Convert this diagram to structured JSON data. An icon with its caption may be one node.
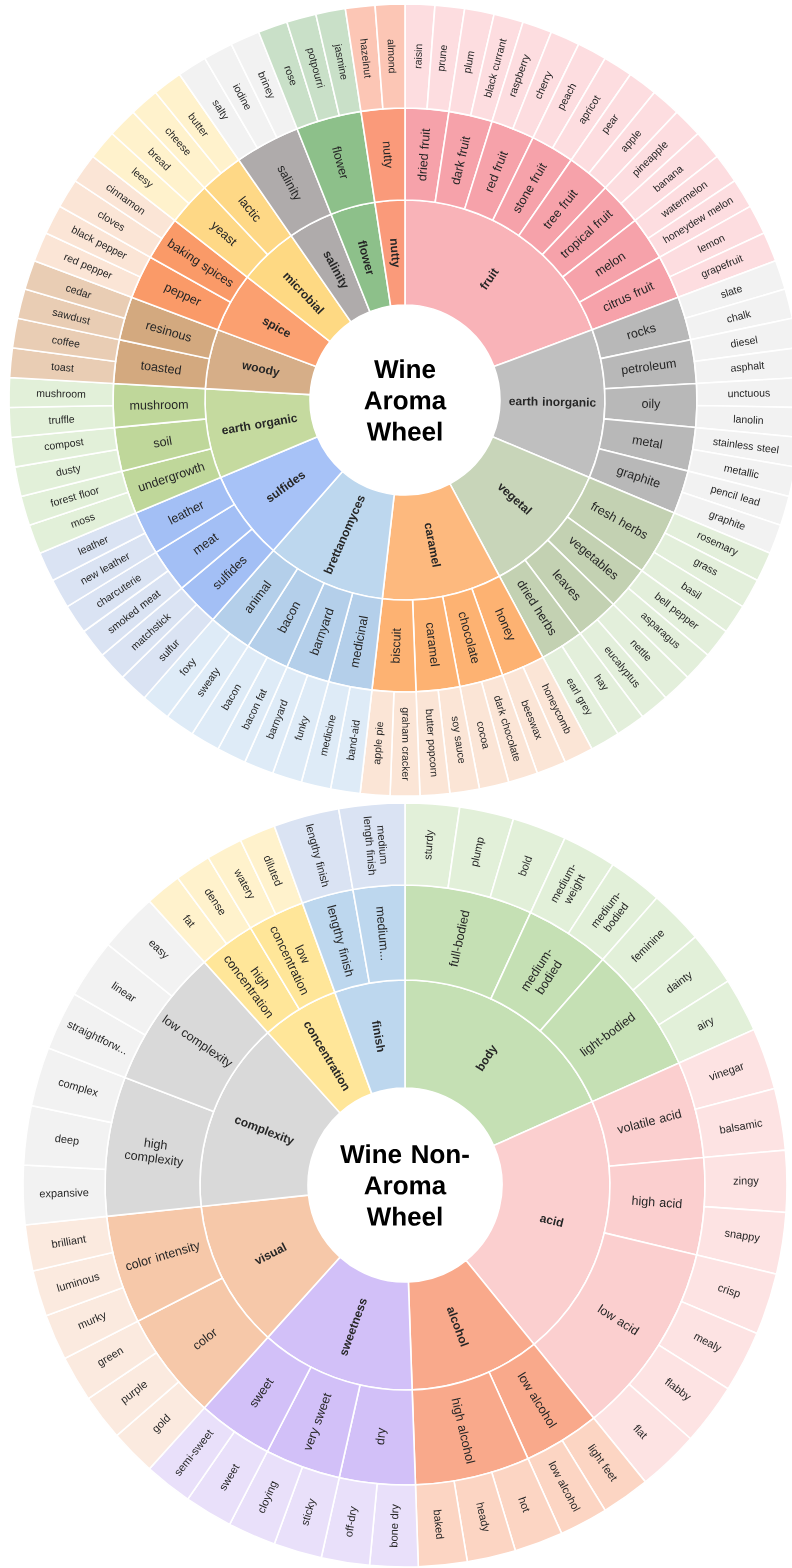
{
  "diagram": {
    "nodes": [
      {
        "text": [
          "Wine Aroma Wheel"
        ]
      },
      {
        "text": [
          "fruit"
        ]
      },
      {
        "text": [
          "dried fruit"
        ]
      },
      {
        "text": [
          "raisin"
        ]
      },
      {
        "text": [
          "prune"
        ]
      },
      {
        "text": [
          "dark fruit"
        ]
      },
      {
        "text": [
          "plum"
        ]
      },
      {
        "text": [
          "black currant"
        ]
      },
      {
        "text": [
          "red fruit"
        ]
      },
      {
        "text": [
          "raspberry"
        ]
      },
      {
        "text": [
          "cherry"
        ]
      },
      {
        "text": [
          "stone fruit"
        ]
      },
      {
        "text": [
          "peach"
        ]
      },
      {
        "text": [
          "apricot"
        ]
      },
      {
        "text": [
          "tree fruit"
        ]
      },
      {
        "text": [
          "pear"
        ]
      },
      {
        "text": [
          "apple"
        ]
      },
      {
        "text": [
          "tropical fruit"
        ]
      },
      {
        "text": [
          "pineapple"
        ]
      },
      {
        "text": [
          "banana"
        ]
      },
      {
        "text": [
          "melon"
        ]
      },
      {
        "text": [
          "watermelon"
        ]
      },
      {
        "text": [
          "honeydew melon"
        ]
      },
      {
        "text": [
          "citrus fruit"
        ]
      },
      {
        "text": [
          "lemon"
        ]
      },
      {
        "text": [
          "grapefruit"
        ]
      },
      {
        "text": [
          "earth inorganic"
        ]
      },
      {
        "text": [
          "rocks"
        ]
      },
      {
        "text": [
          "slate"
        ]
      },
      {
        "text": [
          "chalk"
        ]
      },
      {
        "text": [
          "petroleum"
        ]
      },
      {
        "text": [
          "diesel"
        ]
      },
      {
        "text": [
          "asphalt"
        ]
      },
      {
        "text": [
          "oily"
        ]
      },
      {
        "text": [
          "unctuous"
        ]
      },
      {
        "text": [
          "lanolin"
        ]
      },
      {
        "text": [
          "metal"
        ]
      },
      {
        "text": [
          "stainless steel"
        ]
      },
      {
        "text": [
          "metallic"
        ]
      },
      {
        "text": [
          "graphite"
        ]
      },
      {
        "text": [
          "pencil lead"
        ]
      },
      {
        "text": [
          "graphite"
        ]
      },
      {
        "text": [
          "vegetal"
        ]
      },
      {
        "text": [
          "fresh herbs"
        ]
      },
      {
        "text": [
          "rosemary"
        ]
      },
      {
        "text": [
          "grass"
        ]
      },
      {
        "text": [
          "basil"
        ]
      },
      {
        "text": [
          "vegetables"
        ]
      },
      {
        "text": [
          "bell pepper"
        ]
      },
      {
        "text": [
          "asparagus"
        ]
      },
      {
        "text": [
          "leaves"
        ]
      },
      {
        "text": [
          "nettle"
        ]
      },
      {
        "text": [
          "eucalyptus"
        ]
      },
      {
        "text": [
          "dried herbs"
        ]
      },
      {
        "text": [
          "hay"
        ]
      },
      {
        "text": [
          "earl grey"
        ]
      },
      {
        "text": [
          "caramel"
        ]
      },
      {
        "text": [
          "honey"
        ]
      },
      {
        "text": [
          "honeycomb"
        ]
      },
      {
        "text": [
          "beeswax"
        ]
      },
      {
        "text": [
          "chocolate"
        ]
      },
      {
        "text": [
          "dark chocolate"
        ]
      },
      {
        "text": [
          "cocoa"
        ]
      },
      {
        "text": [
          "caramel"
        ]
      },
      {
        "text": [
          "soy sauce"
        ]
      },
      {
        "text": [
          "butter popcorn"
        ]
      },
      {
        "text": [
          "biscuit"
        ]
      },
      {
        "text": [
          "graham cracker"
        ]
      },
      {
        "text": [
          "apple pie"
        ]
      },
      {
        "text": [
          "brettanomyces"
        ]
      },
      {
        "text": [
          "medicinal"
        ]
      },
      {
        "text": [
          "band-aid"
        ]
      },
      {
        "text": [
          "medicine"
        ]
      },
      {
        "text": [
          "barnyard"
        ]
      },
      {
        "text": [
          "funky"
        ]
      },
      {
        "text": [
          "barnyard"
        ]
      },
      {
        "text": [
          "bacon"
        ]
      },
      {
        "text": [
          "bacon fat"
        ]
      },
      {
        "text": [
          "bacon"
        ]
      },
      {
        "text": [
          "animal"
        ]
      },
      {
        "text": [
          "sweaty"
        ]
      },
      {
        "text": [
          "foxy"
        ]
      },
      {
        "text": [
          "sulfides"
        ]
      },
      {
        "text": [
          "sulfides"
        ]
      },
      {
        "text": [
          "sulfur"
        ]
      },
      {
        "text": [
          "matchstick"
        ]
      },
      {
        "text": [
          "meat"
        ]
      },
      {
        "text": [
          "smoked meat"
        ]
      },
      {
        "text": [
          "charcuterie"
        ]
      },
      {
        "text": [
          "leather"
        ]
      },
      {
        "text": [
          "new leather"
        ]
      },
      {
        "text": [
          "leather"
        ]
      },
      {
        "text": [
          "earth organic"
        ]
      },
      {
        "text": [
          "undergrowth"
        ]
      },
      {
        "text": [
          "moss"
        ]
      },
      {
        "text": [
          "forest floor"
        ]
      },
      {
        "text": [
          "soil"
        ]
      },
      {
        "text": [
          "dusty"
        ]
      },
      {
        "text": [
          "compost"
        ]
      },
      {
        "text": [
          "mushroom"
        ]
      },
      {
        "text": [
          "truffle"
        ]
      },
      {
        "text": [
          "mushroom"
        ]
      },
      {
        "text": [
          "woody"
        ]
      },
      {
        "text": [
          "toasted"
        ]
      },
      {
        "text": [
          "toast"
        ]
      },
      {
        "text": [
          "coffee"
        ]
      },
      {
        "text": [
          "resinous"
        ]
      },
      {
        "text": [
          "sawdust"
        ]
      },
      {
        "text": [
          "cedar"
        ]
      },
      {
        "text": [
          "spice"
        ]
      },
      {
        "text": [
          "pepper"
        ]
      },
      {
        "text": [
          "red pepper"
        ]
      },
      {
        "text": [
          "black pepper"
        ]
      },
      {
        "text": [
          "baking spices"
        ]
      },
      {
        "text": [
          "cloves"
        ]
      },
      {
        "text": [
          "cinnamon"
        ]
      },
      {
        "text": [
          "microbial"
        ]
      },
      {
        "text": [
          "yeast"
        ]
      },
      {
        "text": [
          "leesy"
        ]
      },
      {
        "text": [
          "bread"
        ]
      },
      {
        "text": [
          "lactic"
        ]
      },
      {
        "text": [
          "cheese"
        ]
      },
      {
        "text": [
          "butter"
        ]
      },
      {
        "text": [
          "salinity"
        ]
      },
      {
        "text": [
          "salinity"
        ]
      },
      {
        "text": [
          "salty"
        ]
      },
      {
        "text": [
          "iodine"
        ]
      },
      {
        "text": [
          "briney"
        ]
      },
      {
        "text": [
          "flower"
        ]
      },
      {
        "text": [
          "flower"
        ]
      },
      {
        "text": [
          "rose"
        ]
      },
      {
        "text": [
          "potpourri"
        ]
      },
      {
        "text": [
          "jasmine"
        ]
      },
      {
        "text": [
          "nutty"
        ]
      },
      {
        "text": [
          "nutty"
        ]
      },
      {
        "text": [
          "hazelnut"
        ]
      },
      {
        "text": [
          "almond"
        ]
      },
      {
        "text": [
          "Wine Non-Aroma Wheel"
        ]
      },
      {
        "text": [
          "body"
        ]
      },
      {
        "text": [
          "full-bodied"
        ]
      },
      {
        "text": [
          "sturdy"
        ]
      },
      {
        "text": [
          "plump"
        ]
      },
      {
        "text": [
          "bold"
        ]
      },
      {
        "text": [
          "medium-bodied"
        ]
      },
      {
        "text": [
          "medium-weight"
        ]
      },
      {
        "text": [
          "medium-bodied"
        ]
      },
      {
        "text": [
          "light-bodied"
        ]
      },
      {
        "text": [
          "feminine"
        ]
      },
      {
        "text": [
          "dainty"
        ]
      },
      {
        "text": [
          "airy"
        ]
      },
      {
        "text": [
          "acid"
        ]
      },
      {
        "text": [
          "volatile acid"
        ]
      },
      {
        "text": [
          "vinegar"
        ]
      },
      {
        "text": [
          "balsamic"
        ]
      },
      {
        "text": [
          "high acid"
        ]
      },
      {
        "text": [
          "zingy"
        ]
      },
      {
        "text": [
          "snappy"
        ]
      },
      {
        "text": [
          "low acid"
        ]
      },
      {
        "text": [
          "crisp"
        ]
      },
      {
        "text": [
          "mealy"
        ]
      },
      {
        "text": [
          "flabby"
        ]
      },
      {
        "text": [
          "flat"
        ]
      },
      {
        "text": [
          "alcohol"
        ]
      },
      {
        "text": [
          "low alcohol"
        ]
      },
      {
        "text": [
          "light feet"
        ]
      },
      {
        "text": [
          "low alcohol"
        ]
      },
      {
        "text": [
          "high alcohol"
        ]
      },
      {
        "text": [
          "hot"
        ]
      },
      {
        "text": [
          "heady"
        ]
      },
      {
        "text": [
          "baked"
        ]
      },
      {
        "text": [
          "sweetness"
        ]
      },
      {
        "text": [
          "dry"
        ]
      },
      {
        "text": [
          "bone dry"
        ]
      },
      {
        "text": [
          "off-dry"
        ]
      },
      {
        "text": [
          "very sweet"
        ]
      },
      {
        "text": [
          "sticky"
        ]
      },
      {
        "text": [
          "cloying"
        ]
      },
      {
        "text": [
          "sweet"
        ]
      },
      {
        "text": [
          "sweet"
        ]
      },
      {
        "text": [
          "semi-sweet"
        ]
      },
      {
        "text": [
          "visual"
        ]
      },
      {
        "text": [
          "color"
        ]
      },
      {
        "text": [
          "gold"
        ]
      },
      {
        "text": [
          "purple"
        ]
      },
      {
        "text": [
          "green"
        ]
      },
      {
        "text": [
          "color intensity"
        ]
      },
      {
        "text": [
          "murky"
        ]
      },
      {
        "text": [
          "luminous"
        ]
      },
      {
        "text": [
          "brilliant"
        ]
      },
      {
        "text": [
          "complexity"
        ]
      },
      {
        "text": [
          "high complexity"
        ]
      },
      {
        "text": [
          "expansive"
        ]
      },
      {
        "text": [
          "deep"
        ]
      },
      {
        "text": [
          "complex"
        ]
      },
      {
        "text": [
          "low complexity"
        ]
      },
      {
        "text": [
          "straightforw..."
        ]
      },
      {
        "text": [
          "linear"
        ]
      },
      {
        "text": [
          "easy"
        ]
      },
      {
        "text": [
          "concentration"
        ]
      },
      {
        "text": [
          "high concentration"
        ]
      },
      {
        "text": [
          "fat"
        ]
      },
      {
        "text": [
          "dense"
        ]
      },
      {
        "text": [
          "low concentration"
        ]
      },
      {
        "text": [
          "watery"
        ]
      },
      {
        "text": [
          "diluted"
        ]
      },
      {
        "text": [
          "finish"
        ]
      },
      {
        "text": [
          "lengthy finish"
        ]
      },
      {
        "text": [
          "lengthy finish"
        ]
      },
      {
        "text": [
          "medium..."
        ]
      },
      {
        "text": [
          "medium length finish"
        ]
      }
    ]
  }
}
